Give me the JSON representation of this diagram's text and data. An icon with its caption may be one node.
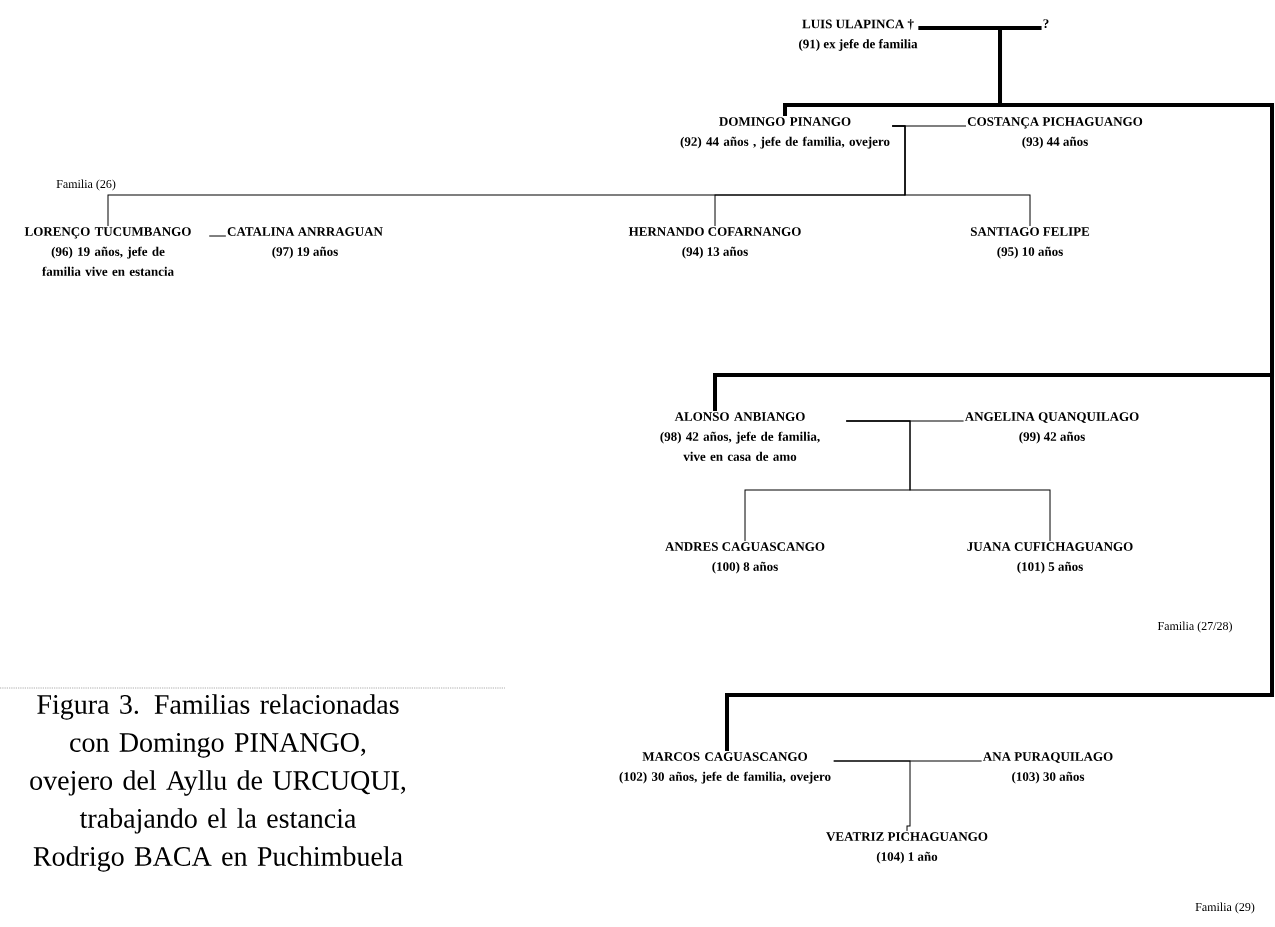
{
  "diagram": {
    "caption": "Figura 3. Familias relacionadas con Domingo PINANGO, ovejero del Ayllu de URCUQUI, trabajando el la estancia Rodrigo BACA en Puchimbuela",
    "nodes": [
      {
        "text": [
          "LUIS ULAPINCA †",
          "(91) ex jefe de familia"
        ]
      },
      {
        "text": [
          "?"
        ]
      },
      {
        "text": [
          "DOMINGO PINANGO",
          "(92) 44 años , jefe de familia, ovejero"
        ]
      },
      {
        "text": [
          "COSTANÇA PICHAGUANGO",
          "(93) 44 años"
        ]
      },
      {
        "text": [
          "LORENÇO TUCUMBANGO",
          "(96) 19 años, jefe de familia vive en estancia"
        ]
      },
      {
        "text": [
          "CATALINA ANRRAGUAN",
          "(97) 19 años"
        ]
      },
      {
        "text": [
          "HERNANDO COFARNANGO",
          "(94) 13 años"
        ]
      },
      {
        "text": [
          "SANTIAGO FELIPE",
          "(95) 10 años"
        ]
      },
      {
        "text": [
          "ALONSO ANBIANGO",
          "(98) 42 años, jefe de familia, vive en casa de amo"
        ]
      },
      {
        "text": [
          "ANGELINA QUANQUILAGO",
          "(99) 42 años"
        ]
      },
      {
        "text": [
          "ANDRES CAGUASCANGO",
          "(100) 8 años"
        ]
      },
      {
        "text": [
          "JUANA CUFICHAGUANGO",
          "(101) 5 años"
        ]
      },
      {
        "text": [
          "MARCOS CAGUASCANGO",
          "(102) 30 años, jefe de familia, ovejero"
        ]
      },
      {
        "text": [
          "ANA PURAQUILAGO",
          "(103) 30 años"
        ]
      },
      {
        "text": [
          "VEATRIZ PICHAGUANGO",
          "(104) 1 año"
        ]
      }
    ],
    "edges": [
      {
        "from": 0,
        "to": 1,
        "arrow": "none",
        "style": "thick"
      },
      {
        "from": 0,
        "to": 2,
        "arrow": "none",
        "style": "thick"
      },
      {
        "from": 0,
        "to": 8,
        "arrow": "none",
        "style": "thick"
      },
      {
        "from": 0,
        "to": 12,
        "arrow": "none",
        "style": "thick"
      },
      {
        "from": 2,
        "to": 3,
        "arrow": "none"
      },
      {
        "from": 2,
        "to": 4,
        "arrow": "none"
      },
      {
        "from": 2,
        "to": 6,
        "arrow": "none"
      },
      {
        "from": 2,
        "to": 7,
        "arrow": "none"
      },
      {
        "from": 4,
        "to": 5,
        "arrow": "none"
      },
      {
        "from": 8,
        "to": 9,
        "arrow": "none"
      },
      {
        "from": 8,
        "to": 10,
        "arrow": "none"
      },
      {
        "from": 8,
        "to": 11,
        "arrow": "none"
      },
      {
        "from": 12,
        "to": 13,
        "arrow": "none"
      },
      {
        "from": 12,
        "to": 14,
        "arrow": "none"
      }
    ],
    "labels": [
      "Familia (26)",
      "Familia (27/28)",
      "Familia (29)"
    ]
  }
}
